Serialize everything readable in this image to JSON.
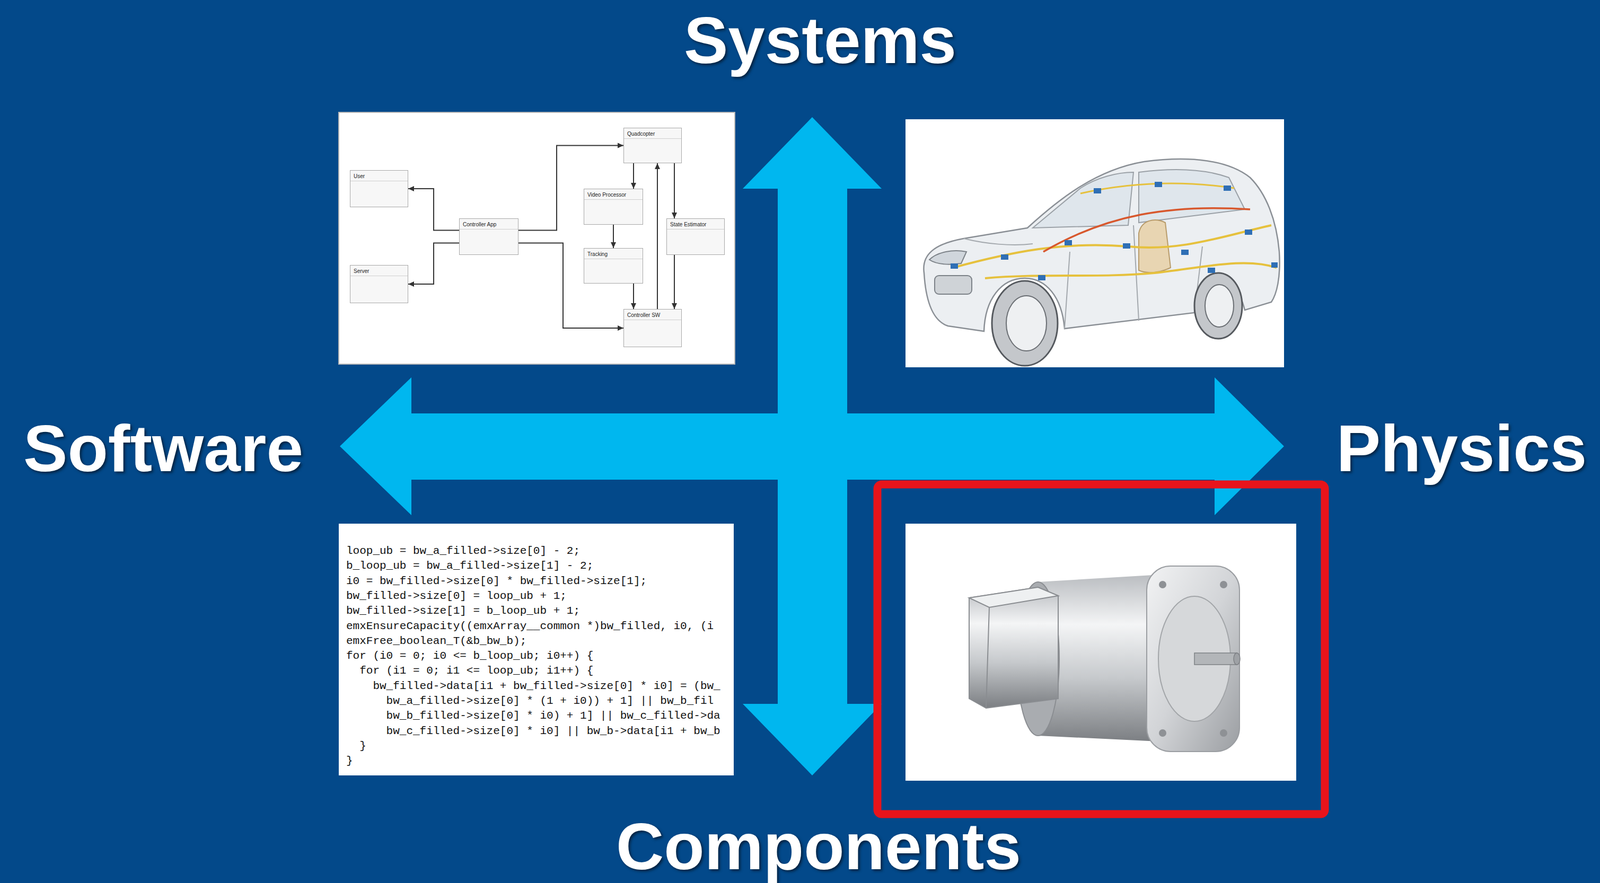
{
  "diagram": {
    "nodes": [
      {
        "text": [
          "User"
        ]
      },
      {
        "text": [
          "Server"
        ]
      },
      {
        "text": [
          "Controller App"
        ]
      },
      {
        "text": [
          "Quadcopter"
        ]
      },
      {
        "text": [
          "Video Processor"
        ]
      },
      {
        "text": [
          "Tracking"
        ]
      },
      {
        "text": [
          "State Estimator"
        ]
      },
      {
        "text": [
          "Controller SW"
        ]
      }
    ],
    "edges": [
      {
        "from": 2,
        "to": 0,
        "arrow": "to"
      },
      {
        "from": 2,
        "to": 1,
        "arrow": "to"
      },
      {
        "from": 2,
        "to": 3,
        "arrow": "to"
      },
      {
        "from": 2,
        "to": 7,
        "arrow": "to"
      },
      {
        "from": 3,
        "to": 4,
        "arrow": "to"
      },
      {
        "from": 4,
        "to": 5,
        "arrow": "to"
      },
      {
        "from": 5,
        "to": 7,
        "arrow": "to"
      },
      {
        "from": 7,
        "to": 3,
        "arrow": "to"
      },
      {
        "from": 3,
        "to": 6,
        "arrow": "to"
      },
      {
        "from": 6,
        "to": 7,
        "arrow": "to"
      }
    ],
    "labels": [
      "Systems",
      "Software",
      "Physics",
      "Components",
      "loop_ub = bw_a_filled->size[0] - 2;",
      "b_loop_ub = bw_a_filled->size[1] - 2;",
      "i0 = bw_filled->size[0] * bw_filled->size[1];",
      "bw_filled->size[0] = loop_ub + 1;",
      "bw_filled->size[1] = b_loop_ub + 1;",
      "emxEnsureCapacity((emxArray__common *)bw_filled, i0, (i",
      "emxFree_boolean_T(&b_bw_b);",
      "for (i0 = 0; i0 <= b_loop_ub; i0++) {",
      "for (i1 = 0; i1 <= loop_ub; i1++) {",
      "bw_filled->data[i1 + bw_filled->size[0] * i0] = (bw_",
      "bw_a_filled->size[0] * (1 + i0)) + 1] || bw_b_fil",
      "bw_b_filled->size[0] * i0) + 1] || bw_c_filled->da",
      "bw_c_filled->size[0] * i0] || bw_b->data[i1 + bw_b",
      "}",
      "}"
    ]
  }
}
